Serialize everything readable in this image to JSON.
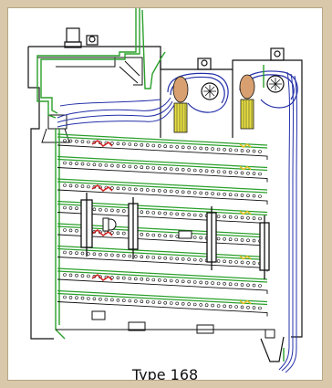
{
  "caption": "Type 168",
  "colors": {
    "frame": "#d9c8aa",
    "line": "#111111",
    "airflow": "#2aa02a",
    "return_air": "#2530a8",
    "heater": "#d8a070",
    "filter": "#e8e040",
    "hot_zone": "#d02020",
    "warm_zone": "#e8c020"
  },
  "components": {
    "drying_decks": 8,
    "fans": 2,
    "heaters": 2,
    "motors": 4
  }
}
